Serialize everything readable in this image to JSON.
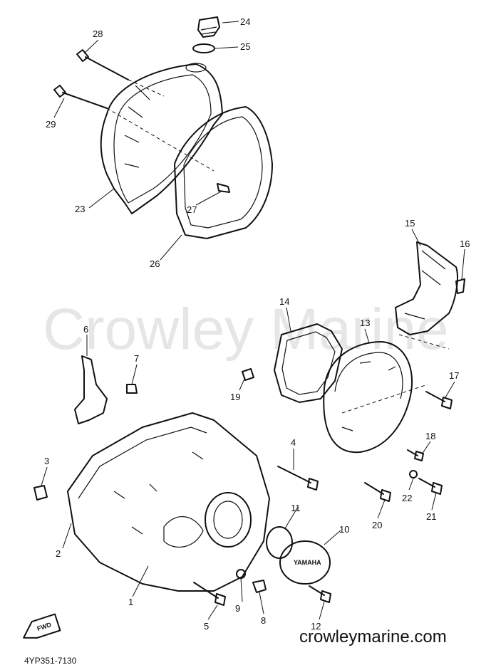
{
  "watermark": "Crowley Marine",
  "website": "crowleymarine.com",
  "drawing_code": "4YP351-7130",
  "fwd_label": "FWD",
  "callouts": [
    {
      "id": "1",
      "text": "1"
    },
    {
      "id": "2",
      "text": "2"
    },
    {
      "id": "3",
      "text": "3"
    },
    {
      "id": "4",
      "text": "4"
    },
    {
      "id": "5",
      "text": "5"
    },
    {
      "id": "6",
      "text": "6"
    },
    {
      "id": "7",
      "text": "7"
    },
    {
      "id": "8",
      "text": "8"
    },
    {
      "id": "9",
      "text": "9"
    },
    {
      "id": "10",
      "text": "10"
    },
    {
      "id": "11",
      "text": "11"
    },
    {
      "id": "12",
      "text": "12"
    },
    {
      "id": "13",
      "text": "13"
    },
    {
      "id": "14",
      "text": "14"
    },
    {
      "id": "15",
      "text": "15"
    },
    {
      "id": "16",
      "text": "16"
    },
    {
      "id": "17",
      "text": "17"
    },
    {
      "id": "18",
      "text": "18"
    },
    {
      "id": "19",
      "text": "19"
    },
    {
      "id": "20",
      "text": "20"
    },
    {
      "id": "21",
      "text": "21"
    },
    {
      "id": "22",
      "text": "22"
    },
    {
      "id": "23",
      "text": "23"
    },
    {
      "id": "24",
      "text": "24"
    },
    {
      "id": "25",
      "text": "25"
    },
    {
      "id": "26",
      "text": "26"
    },
    {
      "id": "27",
      "text": "27"
    },
    {
      "id": "28",
      "text": "28"
    },
    {
      "id": "29",
      "text": "29"
    }
  ]
}
